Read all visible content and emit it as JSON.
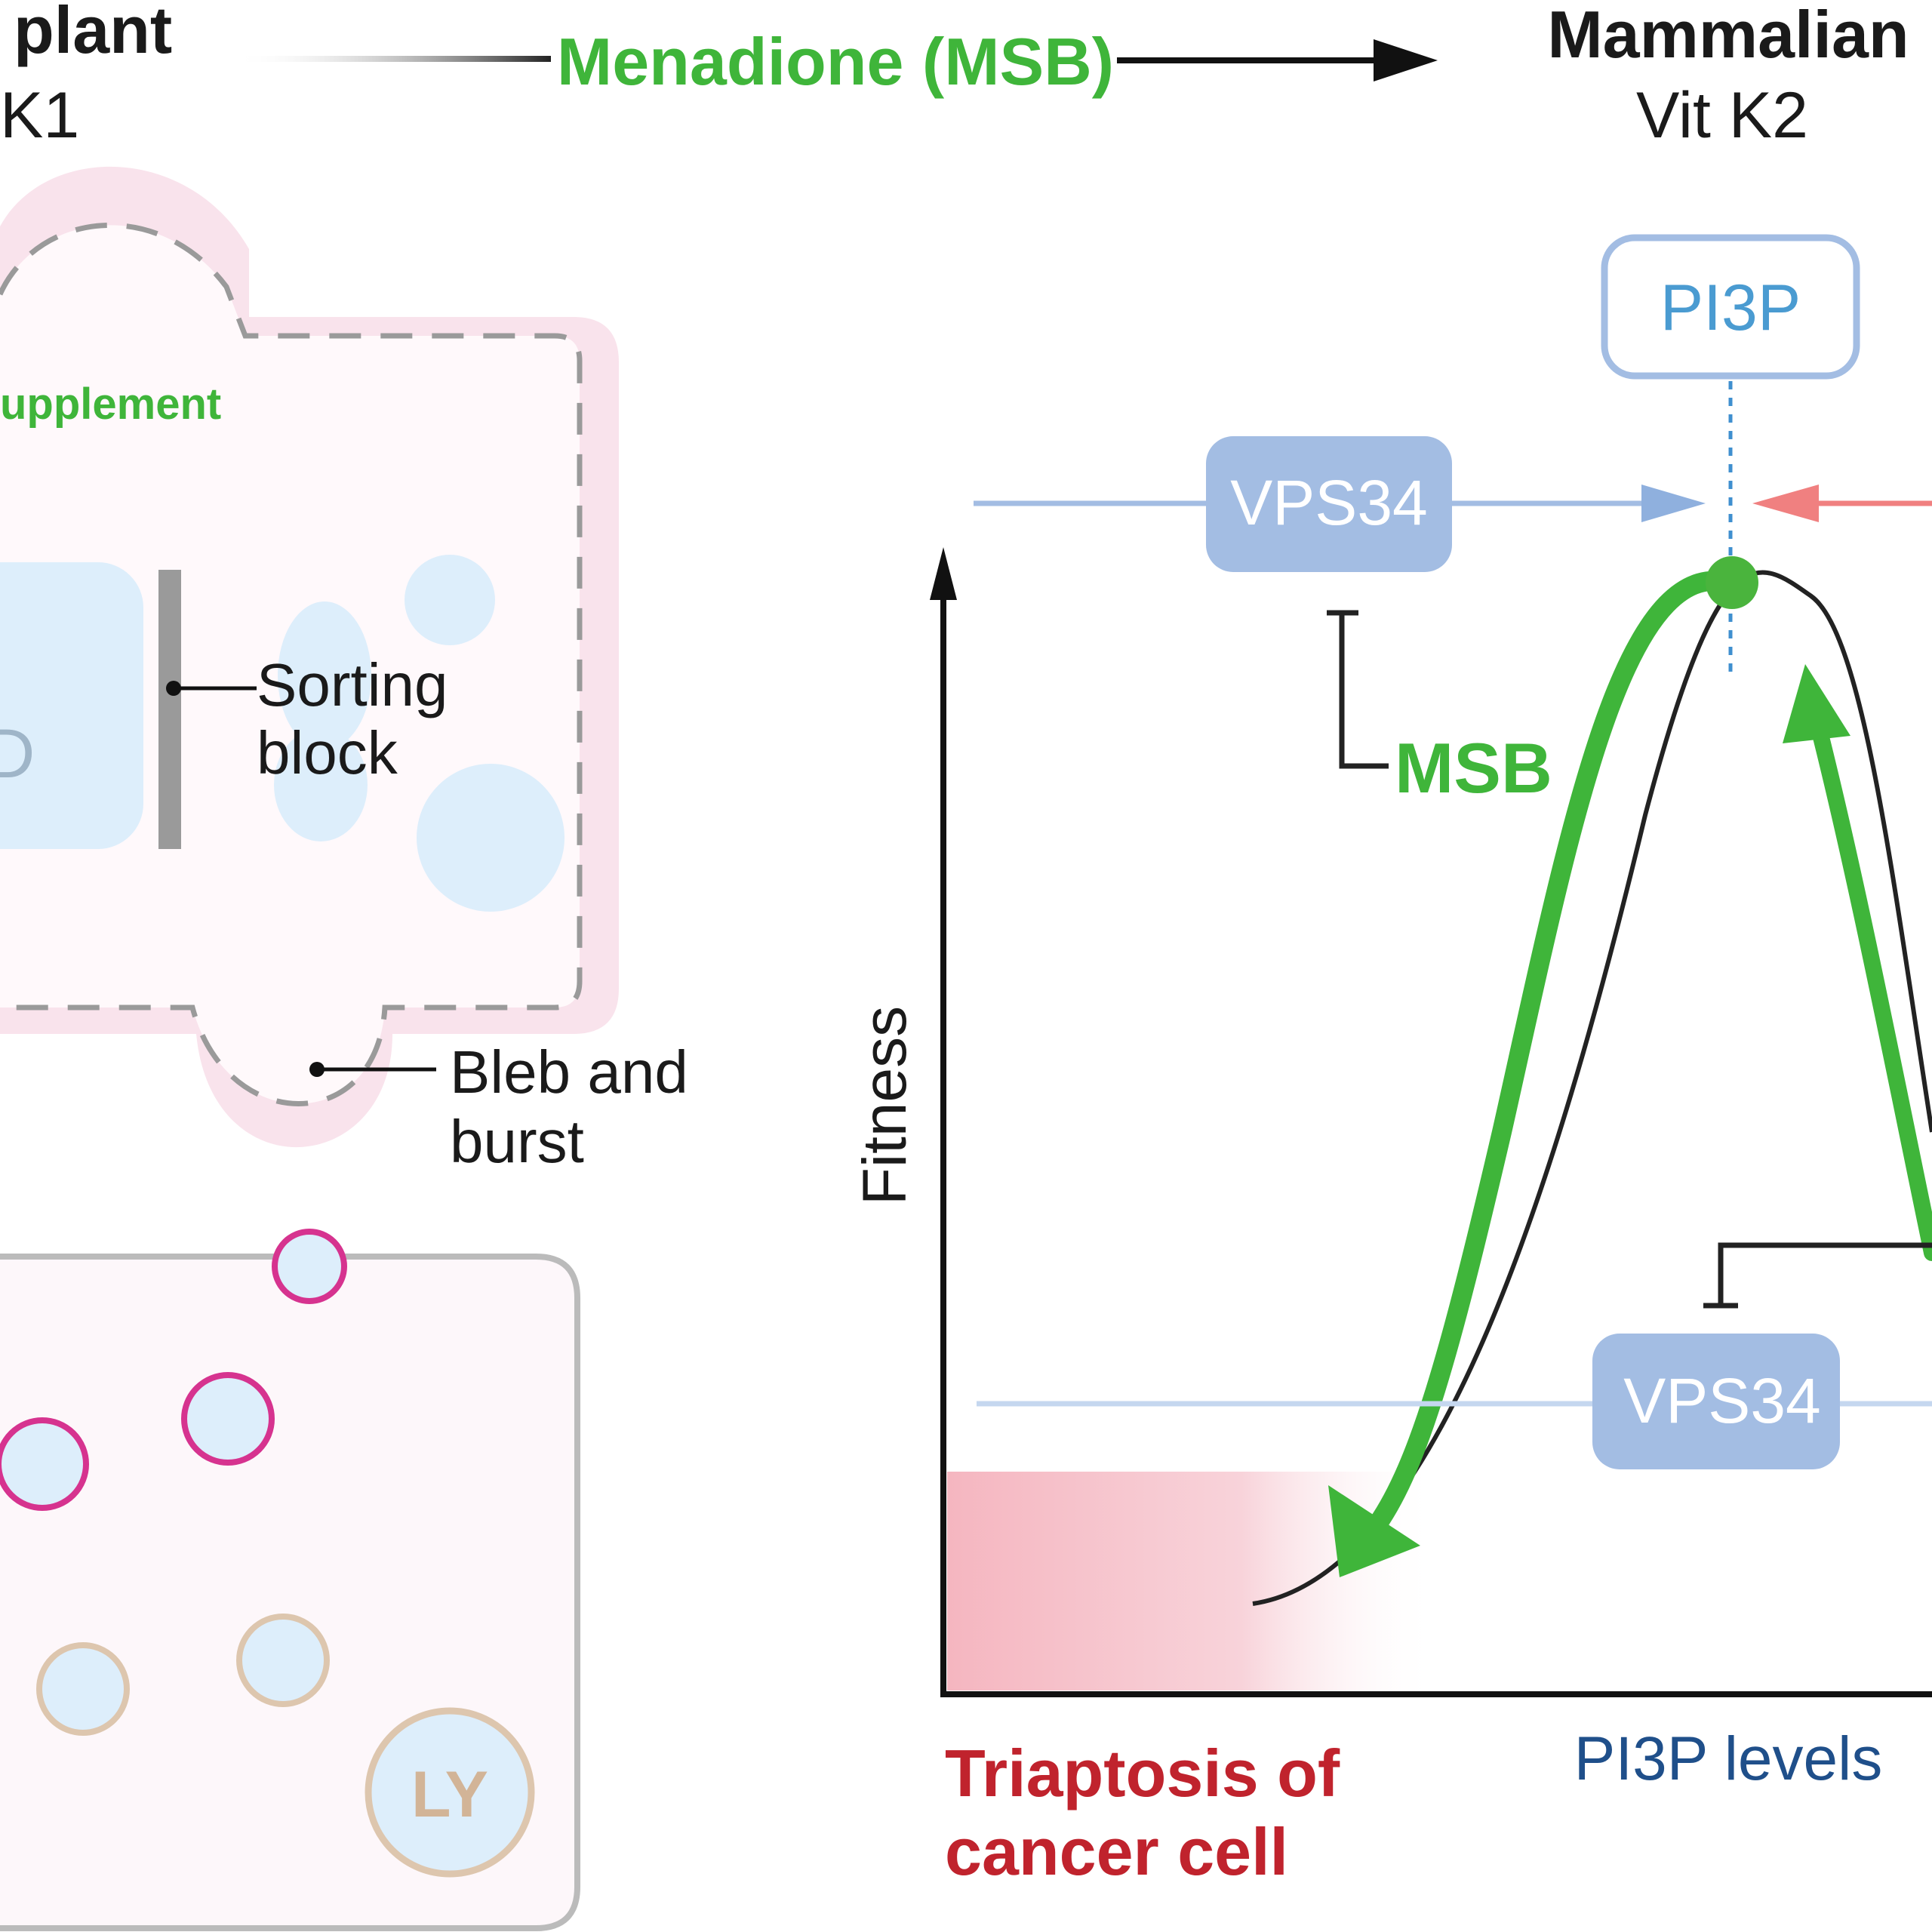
{
  "header": {
    "left_title": "plant",
    "left_subtitle": "K1",
    "center_label": "Menadione (MSB)",
    "right_title": "Mammalian",
    "right_subtitle": "Vit K2"
  },
  "cell": {
    "supplement_label": "upplement",
    "nucleus_letter": "D",
    "sorting_label_line1": "Sorting",
    "sorting_label_line2": "block",
    "bleb_label_line1": "Bleb and",
    "bleb_label_line2": "burst",
    "lysosome_label": "LY"
  },
  "graph": {
    "pi3p_box": "PI3P",
    "vps34_top": "VPS34",
    "vps34_bottom": "VPS34",
    "msb_label": "MSB",
    "y_axis_label": "Fitness",
    "x_axis_label": "PI3P levels",
    "outcome_line1": "Triaptosis of",
    "outcome_line2": "cancer cell"
  },
  "colors": {
    "green": "#3fb53a",
    "blue_box": "#a3bde3",
    "blue_text": "#4a9bd1",
    "dark_blue": "#1f4f8a",
    "red": "#c0232d",
    "salmon": "#f08080",
    "magenta": "#d6338f",
    "tan": "#ddc6ae",
    "vesicle": "#ddeefb",
    "membrane_pink": "#f9e3ec"
  }
}
